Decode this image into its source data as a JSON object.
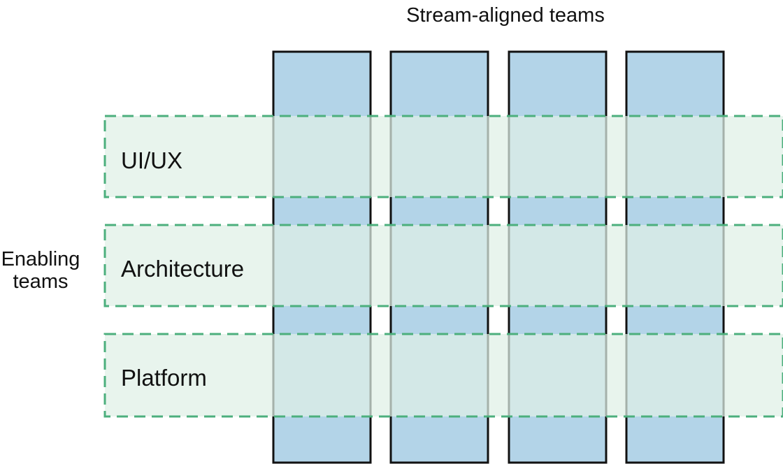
{
  "diagram": {
    "title": "Stream-aligned teams",
    "side_label": [
      "Enabling",
      "teams"
    ],
    "stream_teams_count": 4,
    "enabling_teams": [
      "UI/UX",
      "Architecture",
      "Platform"
    ],
    "colors": {
      "stream_fill": "#b3d4e8",
      "stream_border": "#111111",
      "band_fill": "#dff0e6",
      "band_border": "#4caf7d"
    }
  }
}
